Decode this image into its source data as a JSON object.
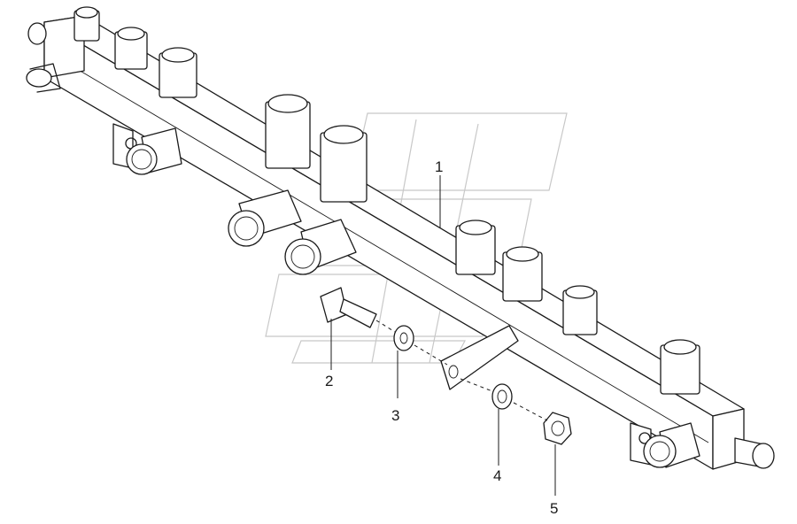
{
  "callouts": [
    {
      "id": "1",
      "label": "1"
    },
    {
      "id": "2",
      "label": "2"
    },
    {
      "id": "3",
      "label": "3"
    },
    {
      "id": "4",
      "label": "4"
    },
    {
      "id": "5",
      "label": "5"
    }
  ],
  "icons": {
    "watermark": "watermark-logo-icon",
    "fitting": "threaded-fitting-icon"
  }
}
